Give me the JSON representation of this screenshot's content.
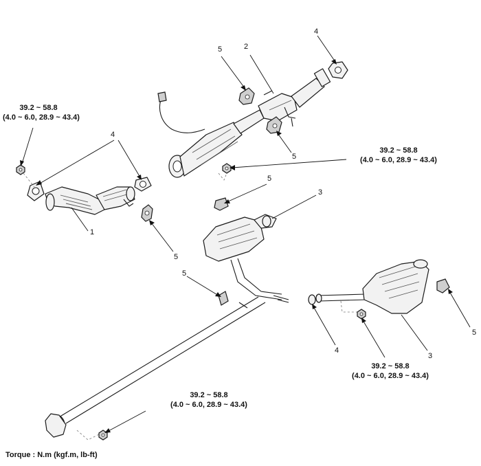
{
  "torque_specs": [
    {
      "nm": "39.2 ~ 58.8",
      "alt": "(4.0 ~ 6.0, 28.9 ~ 43.4)"
    },
    {
      "nm": "39.2 ~ 58.8",
      "alt": "(4.0 ~ 6.0, 28.9 ~ 43.4)"
    },
    {
      "nm": "39.2 ~ 58.8",
      "alt": "(4.0 ~ 6.0, 28.9 ~ 43.4)"
    },
    {
      "nm": "39.2 ~ 58.8",
      "alt": "(4.0 ~ 6.0, 28.9 ~ 43.4)"
    }
  ],
  "callouts": [
    "1",
    "2",
    "3",
    "3",
    "4",
    "4",
    "4",
    "5",
    "5",
    "5",
    "5",
    "5",
    "5"
  ],
  "caption": "Torque : N.m (kgf.m, lb-ft)"
}
